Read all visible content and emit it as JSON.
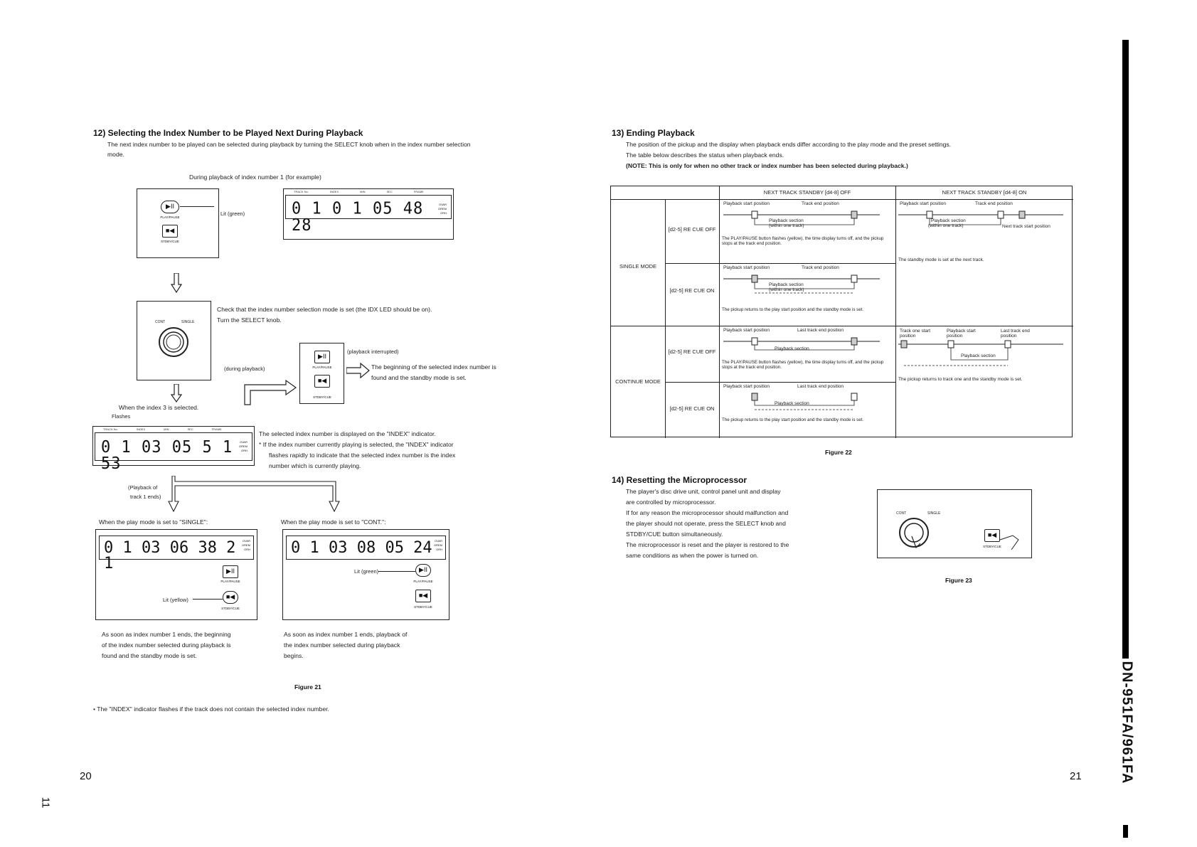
{
  "left": {
    "title": "12) Selecting the Index Number to be Played Next During Playback",
    "intro1": "The next index number to be played can be selected during playback by turning the SELECT knob when in the index number selection",
    "intro2": "mode.",
    "during": "During playback of index number 1 (for example)",
    "lit_green": "Lit (green)",
    "lit_green2": "Lit (green)",
    "lit_yellow": "Lit (yellow)",
    "play_pause_label": "PLAY/PAUSE",
    "stby_cue_label": "STDBY/CUE",
    "cont_label": "CONT",
    "single_label": "SINGLE",
    "lcd1": "0 1 0 1 05 48 28",
    "lcd2": "0 1 03 05 5 1 53",
    "lcd3": "0 1 03 06 38 2 1",
    "lcd4": "0 1 03 08 05 24",
    "lcd_hdr": [
      "TRACK No.",
      "INDEX",
      "MIN",
      "SEC",
      "FRAME"
    ],
    "lcd_side": [
      "OVAR",
      "OREM",
      "ORH"
    ],
    "check1": "Check that the index number selection mode is set (the IDX LED should be on).",
    "check2": "Turn the SELECT knob.",
    "during_playback": "(during playback)",
    "playback_interrupted": "(playback interrupted)",
    "beginning1": "The beginning of the selected index number is",
    "beginning2": "found and the standby mode is set.",
    "when_index3": "When the index 3 is selected.",
    "flashes": "Flashes",
    "selected1": "The selected index number is displayed on the \"INDEX\" indicator.",
    "selected2": "* If the index number currently playing is selected, the \"INDEX\" indicator",
    "selected3": "flashes rapidly to indicate that the selected index number is the index",
    "selected4": "number which is currently playing.",
    "playback_of": "(Playback of",
    "track1_ends": "track 1 ends)",
    "when_single": "When the play mode is set to \"SINGLE\":",
    "when_cont": "When the play mode is set to \"CONT.\":",
    "single_desc1": "As soon as index number 1 ends, the beginning",
    "single_desc2": "of the index number selected during playback is",
    "single_desc3": "found and the standby mode is set.",
    "cont_desc1": "As soon as index number 1 ends, playback of",
    "cont_desc2": "the index number selected during playback",
    "cont_desc3": "begins.",
    "figure": "Figure 21",
    "note": "• The \"INDEX\" indicator flashes if the track does not contain the selected index number.",
    "page_num": "20",
    "margin_num": "11"
  },
  "right": {
    "title13": "13) Ending Playback",
    "p1": "The position of the pickup and the display when playback ends differ according to the play mode and the preset settings.",
    "p2": "The table below describes the status when playback ends.",
    "p3": "(NOTE: This is only for when no other track or index number has been selected during playback.)",
    "table": {
      "col_off": "NEXT TRACK STANDBY [d4-8] OFF",
      "col_on": "NEXT TRACK STANDBY [d4-8] ON",
      "single_mode": "SINGLE MODE",
      "continue_mode": "CONTINUE MODE",
      "recue_off": "[d2-5] RE CUE OFF",
      "recue_on": "[d2-5] RE CUE ON",
      "pb_start": "Playback start position",
      "track_end": "Track end position",
      "last_track_end": "Last track end position",
      "pb_section": "Playback section",
      "within_track": "(within one track)",
      "next_track_start": "Next track start position",
      "s_off_desc": "The PLAY/PAUSE button flashes (yellow), the time display turns off, and the pickup stops at the track end position.",
      "s_on_desc": "The pickup returns to the play start position and the standby mode is set.",
      "s_next_desc": "The standby mode is set at the next track.",
      "c_off_desc": "The PLAY/PAUSE button flashes (yellow), the time display turns off, and the pickup stops at the track end position.",
      "c_on_desc": "The pickup returns to the play start position and the standby mode is set.",
      "track_one_start": "Track one start position",
      "c_next_desc": "The pickup returns to track one and the standby mode is set."
    },
    "figure22": "Figure 22",
    "title14": "14) Resetting the Microprocessor",
    "r1": "The player's disc drive unit, control panel unit and display",
    "r2": "are controlled by microprocessor.",
    "r3": "If for any reason the microprocessor should malfunction and",
    "r4": "the player should not operate, press the SELECT knob and",
    "r5": "STDBY/CUE button simultaneously.",
    "r6": "The microprocessor is reset and the player is restored to the",
    "r7": "same conditions as when the power is turned on.",
    "figure23": "Figure 23",
    "page_num": "21",
    "model": "DN-951FA/961FA"
  }
}
